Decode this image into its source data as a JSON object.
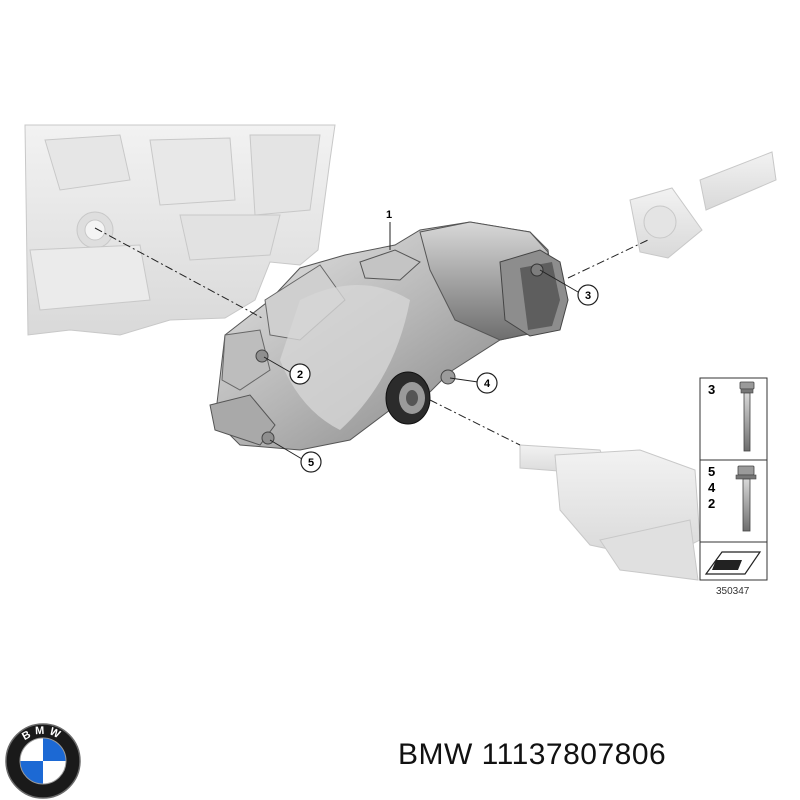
{
  "diagram": {
    "callouts": [
      "1",
      "2",
      "3",
      "4",
      "5"
    ],
    "inset": {
      "rows": [
        {
          "labels": [
            "3"
          ]
        },
        {
          "labels": [
            "5",
            "4",
            "2"
          ]
        }
      ],
      "reference_number": "350347"
    }
  },
  "caption": {
    "brand": "BMW",
    "part_number": "11137807806",
    "text": "BMW 11137807806"
  },
  "logo": {
    "letters": "BMW",
    "colors": {
      "ring": "#1a1a1a",
      "blue": "#1c69d4",
      "white": "#ffffff"
    }
  }
}
